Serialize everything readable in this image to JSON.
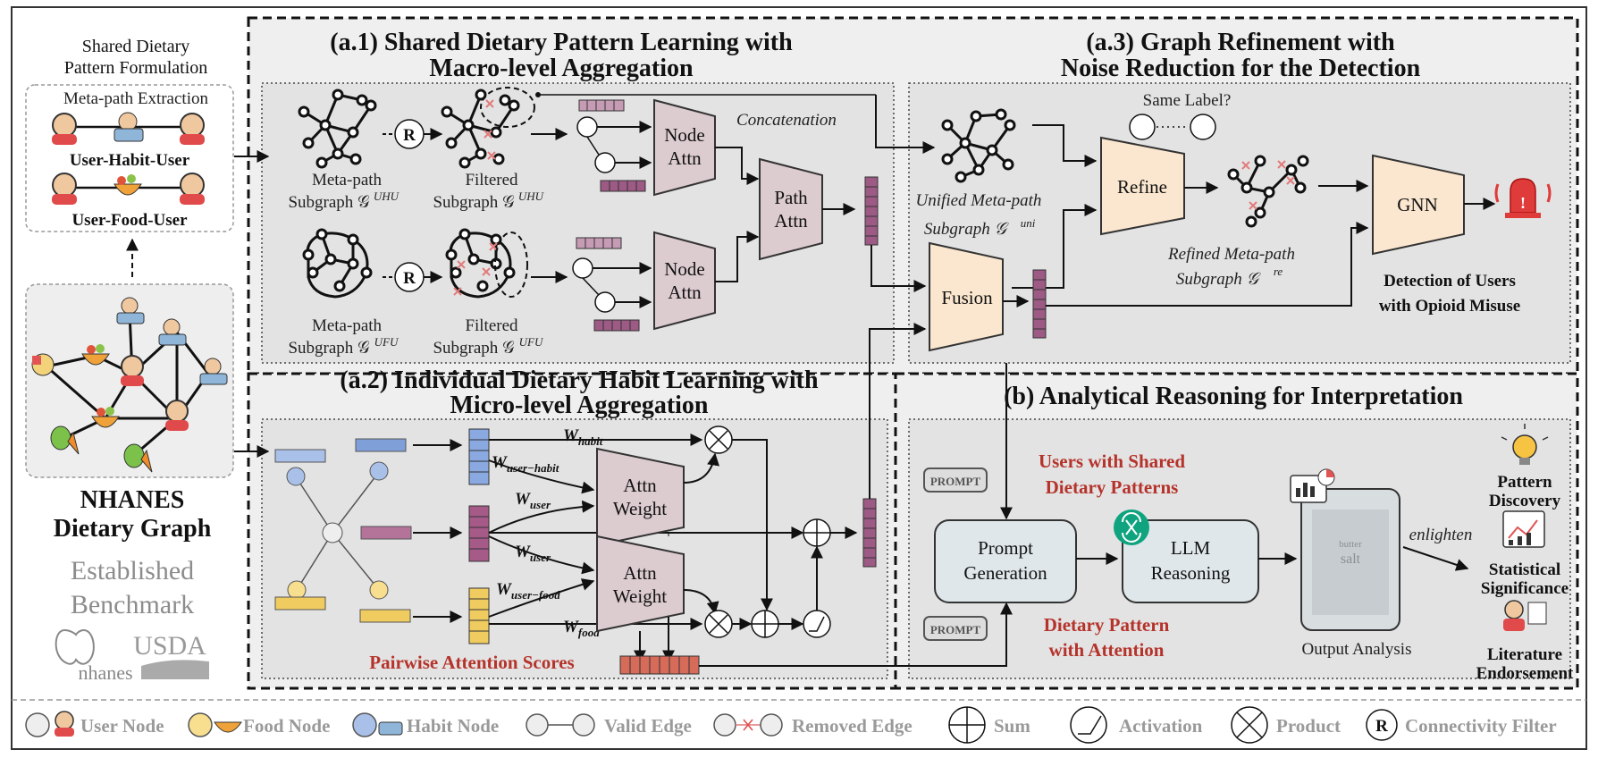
{
  "left_panel": {
    "title_line1": "Shared Dietary",
    "title_line2": "Pattern Formulation",
    "metapath_title": "Meta-path Extraction",
    "uhu": "User-Habit-User",
    "ufu": "User-Food-User",
    "graph_title_line1": "NHANES",
    "graph_title_line2": "Dietary Graph",
    "benchmark_line1": "Established",
    "benchmark_line2": "Benchmark",
    "logo_nhanes": "nhanes",
    "logo_usda": "USDA"
  },
  "a1": {
    "title_line1": "(a.1) Shared Dietary Pattern Learning with",
    "title_line2": "Macro-level Aggregation",
    "metapath_label": "Meta-path",
    "subgraph_uhu": "Subgraph 𝒢",
    "sup_uhu": "UHU",
    "subgraph_ufu": "Subgraph 𝒢",
    "sup_ufu": "UFU",
    "filtered": "Filtered",
    "filter_symbol": "R",
    "node_attn_1": "Node",
    "node_attn_2": "Attn",
    "concat": "Concatenation",
    "path_attn_1": "Path",
    "path_attn_2": "Attn"
  },
  "a2": {
    "title_line1": "(a.2) Individual Dietary Habit Learning with",
    "title_line2": "Micro-level Aggregation",
    "w_habit": "W",
    "w_habit_sub": "habit",
    "w_user_habit": "W",
    "w_user_habit_sub": "user−habit",
    "w_user": "W",
    "w_user_sub": "user",
    "w_user_food": "W",
    "w_user_food_sub": "user−food",
    "w_food": "W",
    "w_food_sub": "food",
    "attn_weight_1": "Attn",
    "attn_weight_2": "Weight",
    "pairwise": "Pairwise Attention Scores"
  },
  "a3": {
    "title_line1": "(a.3) Graph Refinement with",
    "title_line2": "Noise Reduction for the Detection",
    "same_label": "Same Label?",
    "unified_1": "Unified Meta-path",
    "unified_2": "Subgraph 𝒢",
    "unified_sup": "uni",
    "refine": "Refine",
    "refined_1": "Refined Meta-path",
    "refined_2": "Subgraph 𝒢",
    "refined_sup": "re",
    "gnn": "GNN",
    "fusion": "Fusion",
    "detection_1": "Detection of Users",
    "detection_2": "with Opioid Misuse"
  },
  "b": {
    "title": "(b) Analytical Reasoning for Interpretation",
    "prompt_tag": "PROMPT",
    "shared_1": "Users with Shared",
    "shared_2": "Dietary Patterns",
    "attention_1": "Dietary Pattern",
    "attention_2": "with Attention",
    "prompt_gen_1": "Prompt",
    "prompt_gen_2": "Generation",
    "llm_1": "LLM",
    "llm_2": "Reasoning",
    "output": "Output Analysis",
    "enlighten": "enlighten",
    "pattern_1": "Pattern",
    "pattern_2": "Discovery",
    "stat_1": "Statistical",
    "stat_2": "Significance",
    "lit_1": "Literature",
    "lit_2": "Endorsement"
  },
  "legend": {
    "user": "User Node",
    "food": "Food Node",
    "habit": "Habit Node",
    "valid": "Valid Edge",
    "removed": "Removed Edge",
    "sum": "Sum",
    "activation": "Activation",
    "product": "Product",
    "filter": "Connectivity Filter"
  },
  "colors": {
    "module_fill": "#dccbcf",
    "peach": "#fbe7cf",
    "gray_module": "#dfe7ea",
    "red": "#b5332b",
    "panel": "#ebebeb"
  }
}
